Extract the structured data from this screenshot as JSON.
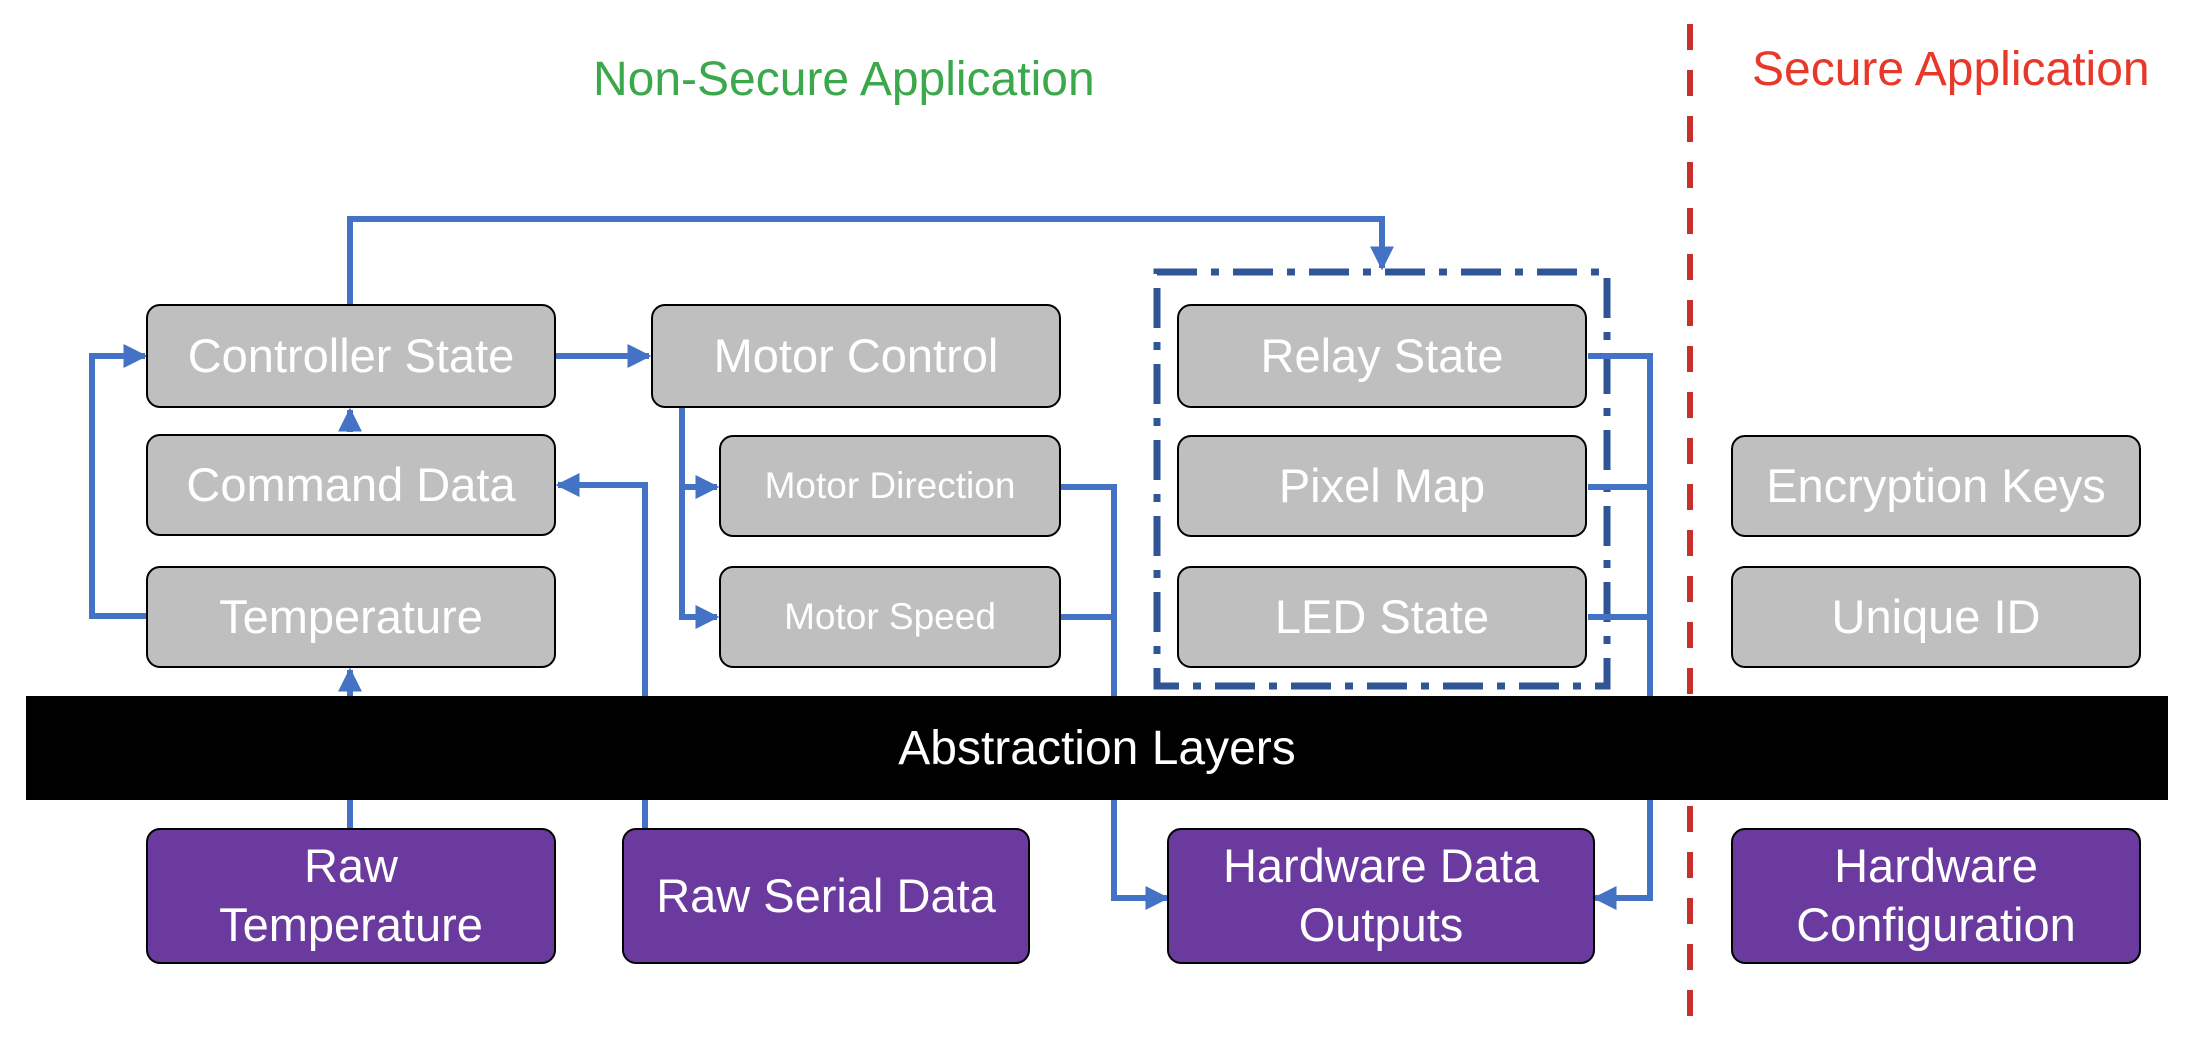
{
  "titles": {
    "non_secure": "Non-Secure Application",
    "secure": "Secure Application"
  },
  "layer": {
    "label": "Abstraction Layers"
  },
  "nodes": {
    "controller_state": "Controller State",
    "command_data": "Command Data",
    "temperature": "Temperature",
    "motor_control": "Motor Control",
    "motor_direction": "Motor Direction",
    "motor_speed": "Motor Speed",
    "relay_state": "Relay State",
    "pixel_map": "Pixel Map",
    "led_state": "LED State",
    "encryption_keys": "Encryption Keys",
    "unique_id": "Unique ID",
    "raw_temperature": "Raw\nTemperature",
    "raw_serial_data": "Raw Serial Data",
    "hardware_data_outputs": "Hardware Data\nOutputs",
    "hardware_configuration": "Hardware\nConfiguration"
  },
  "colors": {
    "non_secure_title": "#3aa84b",
    "secure_title": "#e8382a",
    "gray_box": "#bfbfbf",
    "purple_box": "#6a3a9e",
    "connector": "#4472c4",
    "group_border": "#2f5597",
    "divider": "#c9302c",
    "layer_bar": "#000000"
  }
}
